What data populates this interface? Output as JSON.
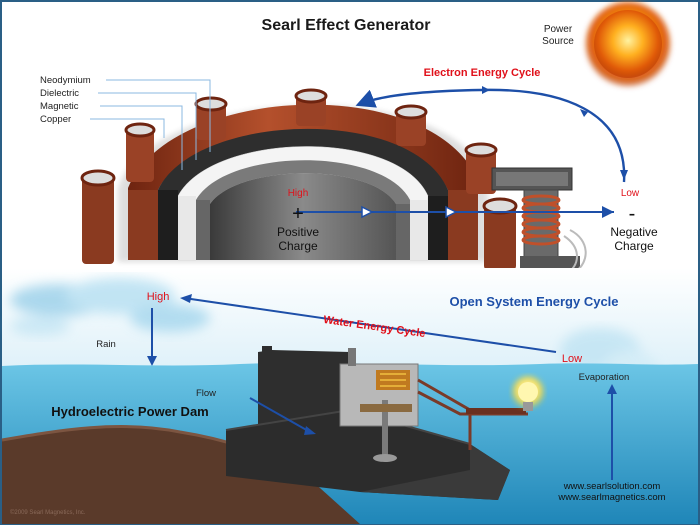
{
  "header": {
    "title": "Searl Effect Generator"
  },
  "sun": {
    "label_line1": "Power",
    "label_line2": "Source"
  },
  "generator": {
    "layers": [
      "Neodymium",
      "Dielectric",
      "Magnetic",
      "Copper"
    ],
    "cycle_title": "Electron Energy Cycle",
    "high_label": "High",
    "low_label": "Low",
    "positive_symbol": "+",
    "negative_symbol": "-",
    "positive_line1": "Positive",
    "positive_line2": "Charge",
    "negative_line1": "Negative",
    "negative_line2": "Charge"
  },
  "water": {
    "open_cycle_title": "Open System Energy Cycle",
    "cycle_title": "Water Energy Cycle",
    "high_label": "High",
    "low_label": "Low",
    "rain_label": "Rain",
    "flow_label": "Flow",
    "evaporation_label": "Evaporation",
    "dam_title": "Hydroelectric Power Dam"
  },
  "footer": {
    "url1": "www.searlsolution.com",
    "url2": "www.searlmagnetics.com",
    "copyright": "©2009 Searl Magnetics, Inc."
  },
  "colors": {
    "title": "#1a1a1a",
    "accent_red": "#e0101a",
    "accent_blue": "#1d4fa8",
    "copper": "#9a3b22",
    "water": "#3aa7cf",
    "ground": "#5a3a2a"
  }
}
